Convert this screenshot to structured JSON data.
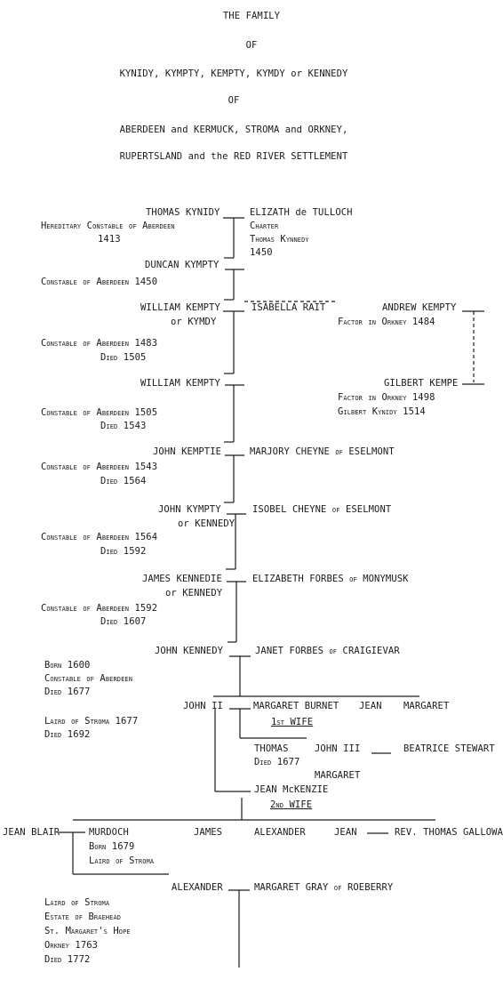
{
  "title": {
    "line1": "THE FAMILY",
    "line2": "OF",
    "line3": "KYNIDY, KYMPTY, KEMPTY, KYMDY or KENNEDY",
    "line4": "OF",
    "line5": "ABERDEEN and KERMUCK, STROMA and ORKNEY,",
    "line6": "RUPERTSLAND and the RED RIVER SETTLEMENT"
  },
  "people": {
    "thomas_kynidy": "THOMAS KYNIDY",
    "thomas_kynidy_note1": "Hereditary Constable of Aberdeen",
    "thomas_kynidy_note2": "1413",
    "elizath_de_tulloch": "ELIZATH de TULLOCH",
    "elizath_note1": "Charter",
    "elizath_note2": "Thomas Kynnedy",
    "elizath_note3": "1450",
    "duncan_kympty": "DUNCAN KYMPTY",
    "duncan_note": "Constable of Aberdeen 1450",
    "william_kempty_1": "WILLIAM KEMPTY",
    "william_kempty_1_alias": "or KYMDY",
    "william_1_note1": "Constable of Aberdeen 1483",
    "william_1_note2": "Died 1505",
    "isabella_rait": "ISABELLA RAIT",
    "andrew_kempty": "ANDREW KEMPTY",
    "andrew_note": "Factor in Orkney 1484",
    "gilbert_kempe": "GILBERT KEMPE",
    "gilbert_note1": "Factor in Orkney 1498",
    "gilbert_note2": "Gilbert Kynidy 1514",
    "william_kempty_2": "WILLIAM KEMPTY",
    "william_2_note1": "Constable of Aberdeen 1505",
    "william_2_note2": "Died 1543",
    "john_kemptie": "JOHN KEMPTIE",
    "john_kemptie_note1": "Constable of Aberdeen 1543",
    "john_kemptie_note2": "Died 1564",
    "marjory_cheyne": "MARJORY CHEYNE of ESELMONT",
    "john_kympty": "JOHN KYMPTY",
    "john_kympty_alias": "or KENNEDY",
    "john_kympty_note1": "Constable of Aberdeen 1564",
    "john_kympty_note2": "Died 1592",
    "isobel_cheyne": "ISOBEL CHEYNE of ESELMONT",
    "james_kennedie": "JAMES KENNEDIE",
    "james_kennedie_alias": "or KENNEDY",
    "james_kennedie_note1": "Constable of Aberdeen 1592",
    "james_kennedie_note2": "Died 1607",
    "elizabeth_forbes": "ELIZABETH FORBES of MONYMUSK",
    "john_kennedy": "JOHN KENNEDY",
    "john_kennedy_note1": "Born 1600",
    "john_kennedy_note2": "Constable of Aberdeen",
    "john_kennedy_note3": "Died 1677",
    "janet_forbes": "JANET FORBES of CRAIGIEVAR",
    "john_ii": "JOHN II",
    "john_ii_note1": "Laird of Stroma 1677",
    "john_ii_note2": "Died 1692",
    "margaret_burnet": "MARGARET BURNET",
    "margaret_burnet_note": "1st WIFE",
    "jean_1": "JEAN",
    "margaret_1": "MARGARET",
    "thomas": "THOMAS",
    "thomas_note": "Died 1677",
    "john_iii": "JOHN III",
    "beatrice_stewart": "BEATRICE STEWART",
    "margaret_2": "MARGARET",
    "jean_mckenzie": "JEAN McKENZIE",
    "jean_mckenzie_note": "2nd WIFE",
    "jean_blair": "JEAN BLAIR",
    "murdoch": "MURDOCH",
    "murdoch_note1": "Born 1679",
    "murdoch_note2": "Laird of Stroma",
    "james": "JAMES",
    "alexander_1": "ALEXANDER",
    "jean_2": "JEAN",
    "rev_thomas_galloway": "REV. THOMAS GALLOWAY",
    "alexander_2": "ALEXANDER",
    "margaret_gray": "MARGARET GRAY of ROEBERRY",
    "alexander_2_note1": "Laird of Stroma",
    "alexander_2_note2": "Estate of Braehead",
    "alexander_2_note3": "St. Margaret's Hope",
    "alexander_2_note4": "Orkney 1763",
    "alexander_2_note5": "Died 1772"
  }
}
